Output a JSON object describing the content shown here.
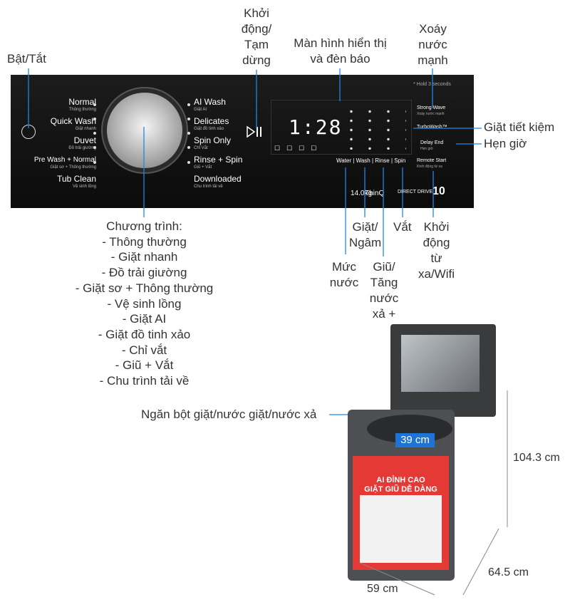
{
  "labels": {
    "power": "Bật/Tắt",
    "start_pause": [
      "Khởi",
      "động/",
      "Tạm",
      "dừng"
    ],
    "display": [
      "Màn hình hiển thị",
      "và đèn báo"
    ],
    "strong": [
      "Xoáy",
      "nước",
      "mạnh"
    ],
    "eco": "Giặt tiết kiệm",
    "delay": "Hẹn giờ",
    "wash_soak": [
      "Giặt/",
      "Ngâm"
    ],
    "spin": "Vắt",
    "remote": [
      "Khởi",
      "động",
      "từ",
      "xa/Wifi"
    ],
    "water": [
      "Mức",
      "nước"
    ],
    "rinse": [
      "Giũ/",
      "Tăng",
      "nước",
      "xả +"
    ],
    "programs_title": "Chương trình:",
    "programs": [
      "- Thông thường",
      "- Giặt nhanh",
      "- Đồ trải giường",
      "- Giặt sơ + Thông thường",
      "- Vệ sinh lồng",
      "- Giặt AI",
      "- Giặt đồ tinh xảo",
      "- Chỉ vắt",
      "- Giũ + Vắt",
      "- Chu trình tải về"
    ],
    "dispenser": "Ngăn bột giặt/nước giặt/nước xả"
  },
  "dimensions": {
    "depth_inner": "39 cm",
    "height": "104.3 cm",
    "depth": "64.5 cm",
    "width": "59 cm"
  },
  "panel": {
    "left_programs": [
      {
        "name": "Normal",
        "sub": "Thông thường"
      },
      {
        "name": "Quick Wash",
        "sub": "Giặt nhanh"
      },
      {
        "name": "Duvet",
        "sub": "Đồ trải giường"
      },
      {
        "name": "Pre Wash + Normal",
        "sub": "Giặt sơ + Thông thường"
      },
      {
        "name": "Tub Clean",
        "sub": "Vệ sinh lồng"
      }
    ],
    "right_programs": [
      {
        "name": "AI Wash",
        "sub": "Giặt AI"
      },
      {
        "name": "Delicates",
        "sub": "Giặt đồ tinh xảo"
      },
      {
        "name": "Spin Only",
        "sub": "Chỉ Vắt"
      },
      {
        "name": "Rinse + Spin",
        "sub": "Giũ + Vắt"
      },
      {
        "name": "Downloaded",
        "sub": "Chu trình tải về"
      }
    ],
    "time": "1:28",
    "columns": [
      "Water",
      "Wash",
      "Rinse",
      "Spin"
    ],
    "right_buttons": [
      {
        "name": "Strong Wave",
        "sub": "Xoáy nước mạnh"
      },
      {
        "name": "TurboWash™",
        "sub": ""
      },
      {
        "name": "Delay End",
        "sub": "Hẹn giờ"
      },
      {
        "name": "Remote Start",
        "sub": "Khởi động từ xa"
      }
    ],
    "hold_note": "* Hold 3 seconds",
    "capacity": "14.0kg",
    "thinq": "ThinQ",
    "motor": "DIRECT DRIVE",
    "warranty": "10"
  },
  "poster": {
    "line1": "AI ĐỈNH CAO",
    "line2": "GIẶT GIŨ DỄ DÀNG"
  }
}
